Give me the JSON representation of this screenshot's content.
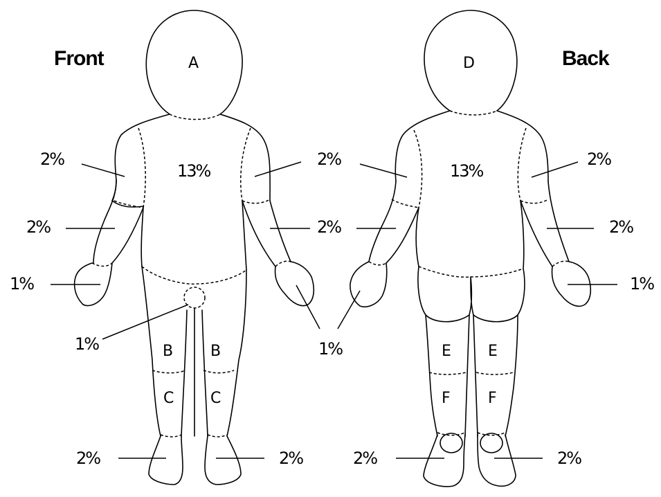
{
  "front": {
    "heading": "Front",
    "head_label": "A",
    "chest_pct": "13%",
    "upper_arm_left_pct": "2%",
    "upper_arm_right_pct": "2%",
    "forearm_left_pct": "2%",
    "forearm_right_pct": "2%",
    "hand_left_pct": "1%",
    "genitals_pct": "1%",
    "hands_shared_pct": "1%",
    "thigh_left_label": "B",
    "thigh_right_label": "B",
    "leg_left_label": "C",
    "leg_right_label": "C",
    "foot_left_pct": "2%",
    "foot_right_pct": "2%"
  },
  "back": {
    "heading": "Back",
    "head_label": "D",
    "back_pct": "13%",
    "upper_arm_left_pct": "2%",
    "upper_arm_right_pct": "2%",
    "forearm_left_pct": "2%",
    "forearm_right_pct": "2%",
    "hand_right_pct": "1%",
    "thigh_left_label": "E",
    "thigh_right_label": "E",
    "leg_left_label": "F",
    "leg_right_label": "F",
    "foot_left_pct": "2%",
    "foot_right_pct": "2%"
  }
}
